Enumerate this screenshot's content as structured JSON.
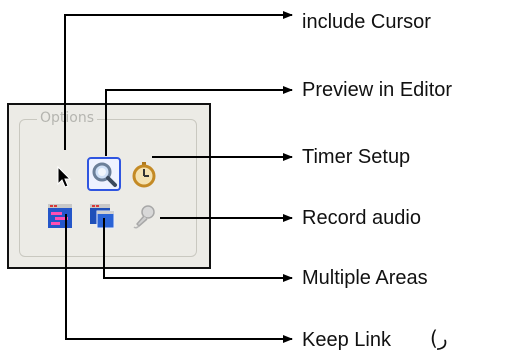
{
  "options_panel": {
    "title": "Options",
    "buttons": [
      {
        "key": "include_cursor",
        "icon": "cursor-arrow-icon",
        "active": false
      },
      {
        "key": "preview_in_editor",
        "icon": "magnifier-preview-icon",
        "active": true
      },
      {
        "key": "timer_setup",
        "icon": "stopwatch-icon",
        "active": false
      },
      {
        "key": "keep_link",
        "icon": "window-bars-icon",
        "active": false
      },
      {
        "key": "multiple_areas",
        "icon": "window-multiple-icon",
        "active": false
      },
      {
        "key": "record_audio",
        "icon": "microphone-icon",
        "active": false
      }
    ]
  },
  "callouts": {
    "include_cursor": "include Cursor",
    "preview_in_editor": "Preview in Editor",
    "timer_setup": "Timer Setup",
    "record_audio": "Record audio",
    "multiple_areas": "Multiple Areas",
    "keep_link": "Keep Link"
  },
  "footnote": "(ﺭ",
  "colors": {
    "panel_background": "#ecebe6",
    "active_border": "#2f55e0",
    "connector": "#000000"
  }
}
